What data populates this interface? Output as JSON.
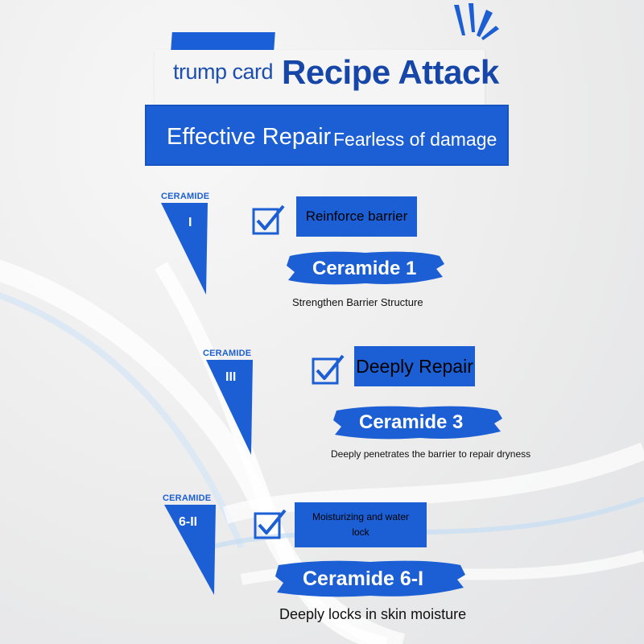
{
  "header": {
    "sub_title": "trump card",
    "main_title": "Recipe Attack"
  },
  "banner": {
    "primary": "Effective Repair",
    "secondary": "Fearless of damage"
  },
  "items": [
    {
      "ceramide_label": "CERAMIDE",
      "numeral": "I",
      "benefit": "Reinforce barrier",
      "name": "Ceramide 1",
      "description": "Strengthen Barrier Structure"
    },
    {
      "ceramide_label": "CERAMIDE",
      "numeral": "III",
      "benefit": "Deeply Repair",
      "name": "Ceramide 3",
      "description": "Deeply penetrates the barrier to repair dryness"
    },
    {
      "ceramide_label": "CERAMIDE",
      "numeral": "6-II",
      "benefit_line1": "Moisturizing and water",
      "benefit_line2": "lock",
      "name": "Ceramide 6-I",
      "description": "Deeply locks in skin moisture"
    }
  ],
  "colors": {
    "brand_blue": "#1c5fd4",
    "dark_blue": "#1546a8",
    "background": "#ececec"
  },
  "icons": [
    "checkbox-check-icon",
    "triangle-marker-icon",
    "spark-lines-icon"
  ]
}
